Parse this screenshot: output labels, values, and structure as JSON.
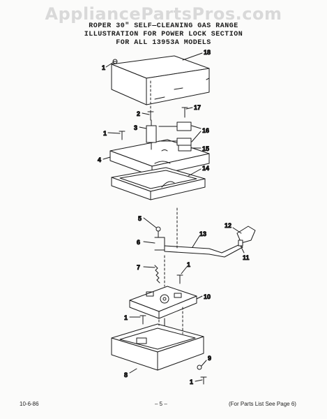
{
  "watermark": "AppliancePartsPros.com",
  "header": {
    "line1": "ROPER 30\" SELF—CLEANING GAS RANGE",
    "line2": "ILLUSTRATION FOR POWER LOCK SECTION",
    "line3": "FOR ALL 13953A MODELS"
  },
  "callouts": {
    "c18": "18",
    "c1a": "1",
    "c17": "17",
    "c2": "2",
    "c3": "3",
    "c16": "16",
    "c1b": "1",
    "c15": "15",
    "c4": "4",
    "c14": "14",
    "c5": "5",
    "c12": "12",
    "c13": "13",
    "c6": "6",
    "c11": "11",
    "c7": "7",
    "c1c": "1",
    "c10": "10",
    "c1d": "1",
    "c9": "9",
    "c8": "8",
    "c1e": "1"
  },
  "footer": {
    "date": "10-6-86",
    "page": "– 5 –",
    "note": "(For Parts List See Page 6)"
  }
}
